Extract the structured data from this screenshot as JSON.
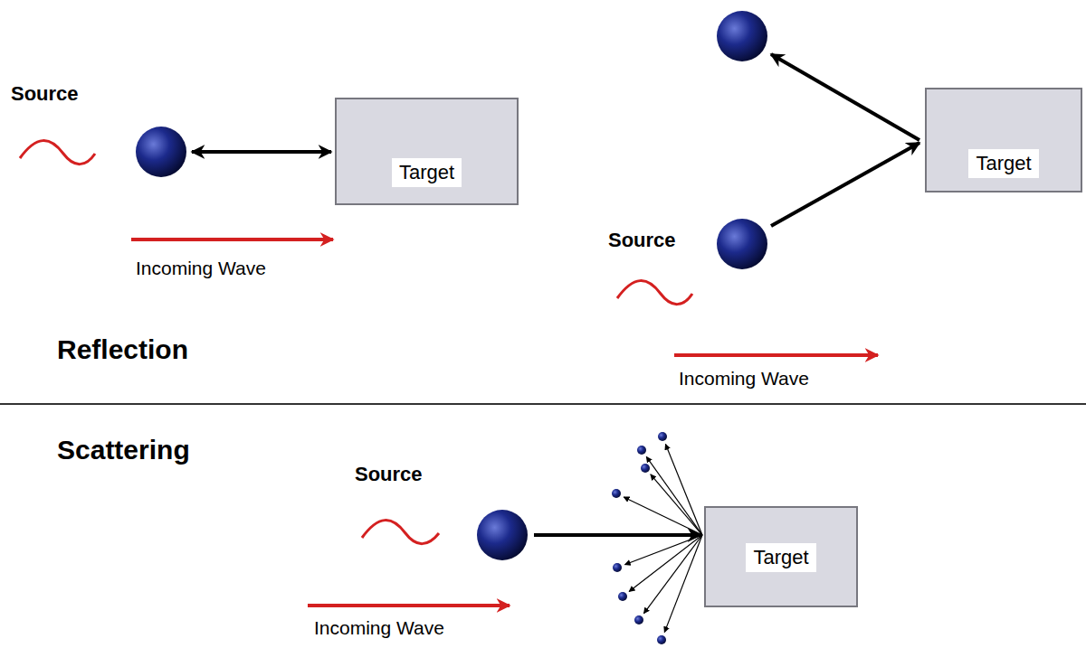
{
  "diagram": {
    "nodes": [
      {
        "text": [
          "Target"
        ]
      },
      {
        "text": [
          "Target"
        ]
      },
      {
        "text": [
          "Target"
        ]
      }
    ],
    "labels": [
      "Source",
      "Incoming Wave",
      "Source",
      "Incoming Wave",
      "Reflection",
      "Scattering",
      "Source",
      "Incoming Wave"
    ]
  }
}
